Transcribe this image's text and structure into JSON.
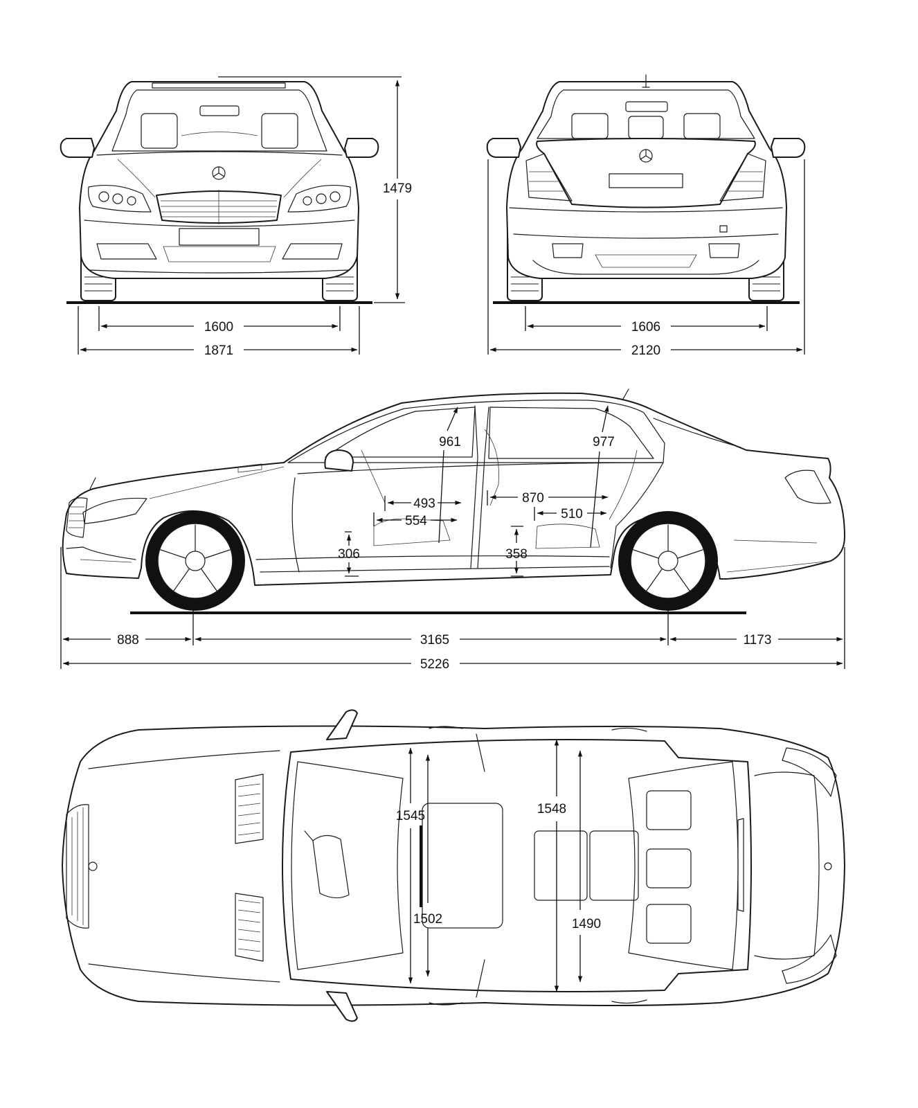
{
  "colors": {
    "line": "#1a1a1a",
    "background": "#ffffff",
    "text": "#111111"
  },
  "views": {
    "front": {
      "height": "1479",
      "track": "1600",
      "width": "1871"
    },
    "rear": {
      "track": "1606",
      "width_mirrors": "2120"
    },
    "side": {
      "front_headroom": "961",
      "rear_headroom": "977",
      "front_seat_depth": "493",
      "front_legroom_depth": "554",
      "rear_seat_depth_long": "870",
      "rear_seat_depth": "510",
      "front_seat_height": "306",
      "rear_seat_height": "358",
      "front_overhang": "888",
      "wheelbase": "3165",
      "rear_overhang": "1173",
      "length": "5226"
    },
    "top": {
      "front_shoulder": "1545",
      "front_hip": "1502",
      "rear_shoulder": "1548",
      "rear_hip": "1490"
    }
  }
}
